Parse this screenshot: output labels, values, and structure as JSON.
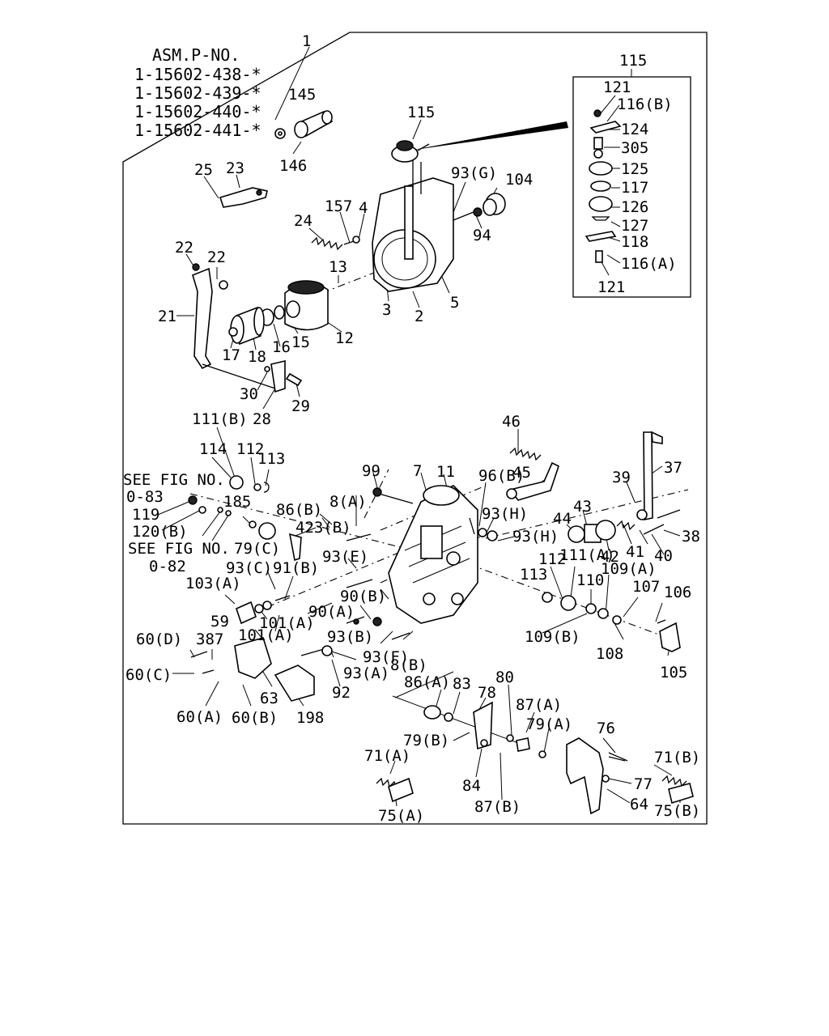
{
  "assembly_header": {
    "title": "ASM.P-NO.",
    "part_numbers": [
      "1-15602-438-*",
      "1-15602-439-*",
      "1-15602-440-*",
      "1-15602-441-*"
    ]
  },
  "references": {
    "ref1_line1": "SEE FIG NO.",
    "ref1_line2": "0-83",
    "ref2_line1": "SEE FIG NO.",
    "ref2_line2": "0-82"
  },
  "labels": {
    "p1": "1",
    "p145": "145",
    "p146": "146",
    "p115_top": "115",
    "p115": "115",
    "p93g": "93(G)",
    "p104": "104",
    "p94": "94",
    "p157": "157",
    "p4": "4",
    "p24": "24",
    "p13": "13",
    "p3": "3",
    "p2": "2",
    "p5": "5",
    "p25": "25",
    "p23": "23",
    "p22a": "22",
    "p22b": "22",
    "p21": "21",
    "p17": "17",
    "p18": "18",
    "p16": "16",
    "p15": "15",
    "p12": "12",
    "p30": "30",
    "p28": "28",
    "p29": "29",
    "p121a": "121",
    "p116b": "116(B)",
    "p124": "124",
    "p305": "305",
    "p125": "125",
    "p117": "117",
    "p126": "126",
    "p127": "127",
    "p118": "118",
    "p116a": "116(A)",
    "p121b": "121",
    "p111b": "111(B)",
    "p114": "114",
    "p112a": "112",
    "p113a": "113",
    "p46": "46",
    "p99": "99",
    "p7": "7",
    "p11": "11",
    "p96b": "96(B)",
    "p45": "45",
    "p37": "37",
    "p39": "39",
    "p119": "119",
    "p185": "185",
    "p86b": "86(B)",
    "p8a": "8(A)",
    "p93h1": "93(H)",
    "p43": "43",
    "p44": "44",
    "p93h2": "93(H)",
    "p38": "38",
    "p120b": "120(B)",
    "p423b": "423(B)",
    "p79c": "79(C)",
    "p93e": "93(E)",
    "p111a": "111(A)",
    "p42": "42",
    "p41": "41",
    "p40": "40",
    "p112b": "112",
    "p109a": "109(A)",
    "p93c": "93(C)",
    "p91b": "91(B)",
    "p113b": "113",
    "p110": "110",
    "p107": "107",
    "p103a": "103(A)",
    "p106": "106",
    "p90b": "90(B)",
    "p90a": "90(A)",
    "p101a1": "101(A)",
    "p59": "59",
    "p101a2": "101(A)",
    "p93b": "93(B)",
    "p109b": "109(B)",
    "p60d": "60(D)",
    "p387": "387",
    "p93f": "93(F)",
    "p8b": "8(B)",
    "p108": "108",
    "p93a": "93(A)",
    "p105": "105",
    "p60c": "60(C)",
    "p80": "80",
    "p86a": "86(A)",
    "p83": "83",
    "p78": "78",
    "p92": "92",
    "p63": "63",
    "p87a": "87(A)",
    "p60a": "60(A)",
    "p60b": "60(B)",
    "p198": "198",
    "p79b": "79(B)",
    "p79a": "79(A)",
    "p76": "76",
    "p71a": "71(A)",
    "p71b": "71(B)",
    "p84": "84",
    "p77": "77",
    "p64": "64",
    "p75a": "75(A)",
    "p87b": "87(B)",
    "p75b": "75(B)"
  }
}
